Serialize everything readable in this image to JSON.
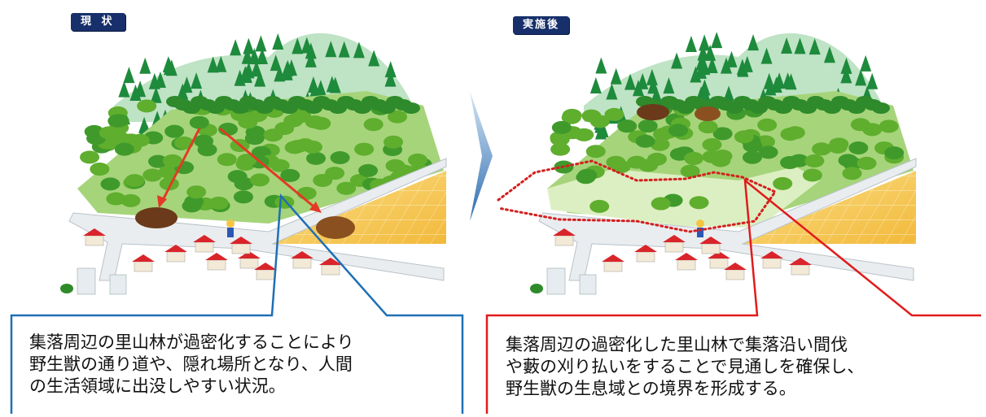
{
  "panels": {
    "left": {
      "tag": "現 状",
      "caption": "集落周辺の里山林が過密化することにより\n野生獣の通り道や、隠れ場所となり、人間\nの生活領域に出没しやすい状況。",
      "callout_color": "#1f6fb5"
    },
    "right": {
      "tag": "実施後",
      "caption": "集落周辺の過密化した里山林で集落沿い間伐\nや藪の刈り払いをすることで見通しを確保し、\n野生獣の生息域との境界を形成する。",
      "callout_color": "#e11b1b"
    }
  },
  "colors": {
    "conifer": "#1e8a3c",
    "broadleaf": "#5fae2e",
    "field": "#f4c64a",
    "road": "#e9edf0",
    "arrow": "#e23a26",
    "boar": "#6b3a1a",
    "roof": "#d9252a",
    "transition_arrow": "#3f7fc0"
  }
}
